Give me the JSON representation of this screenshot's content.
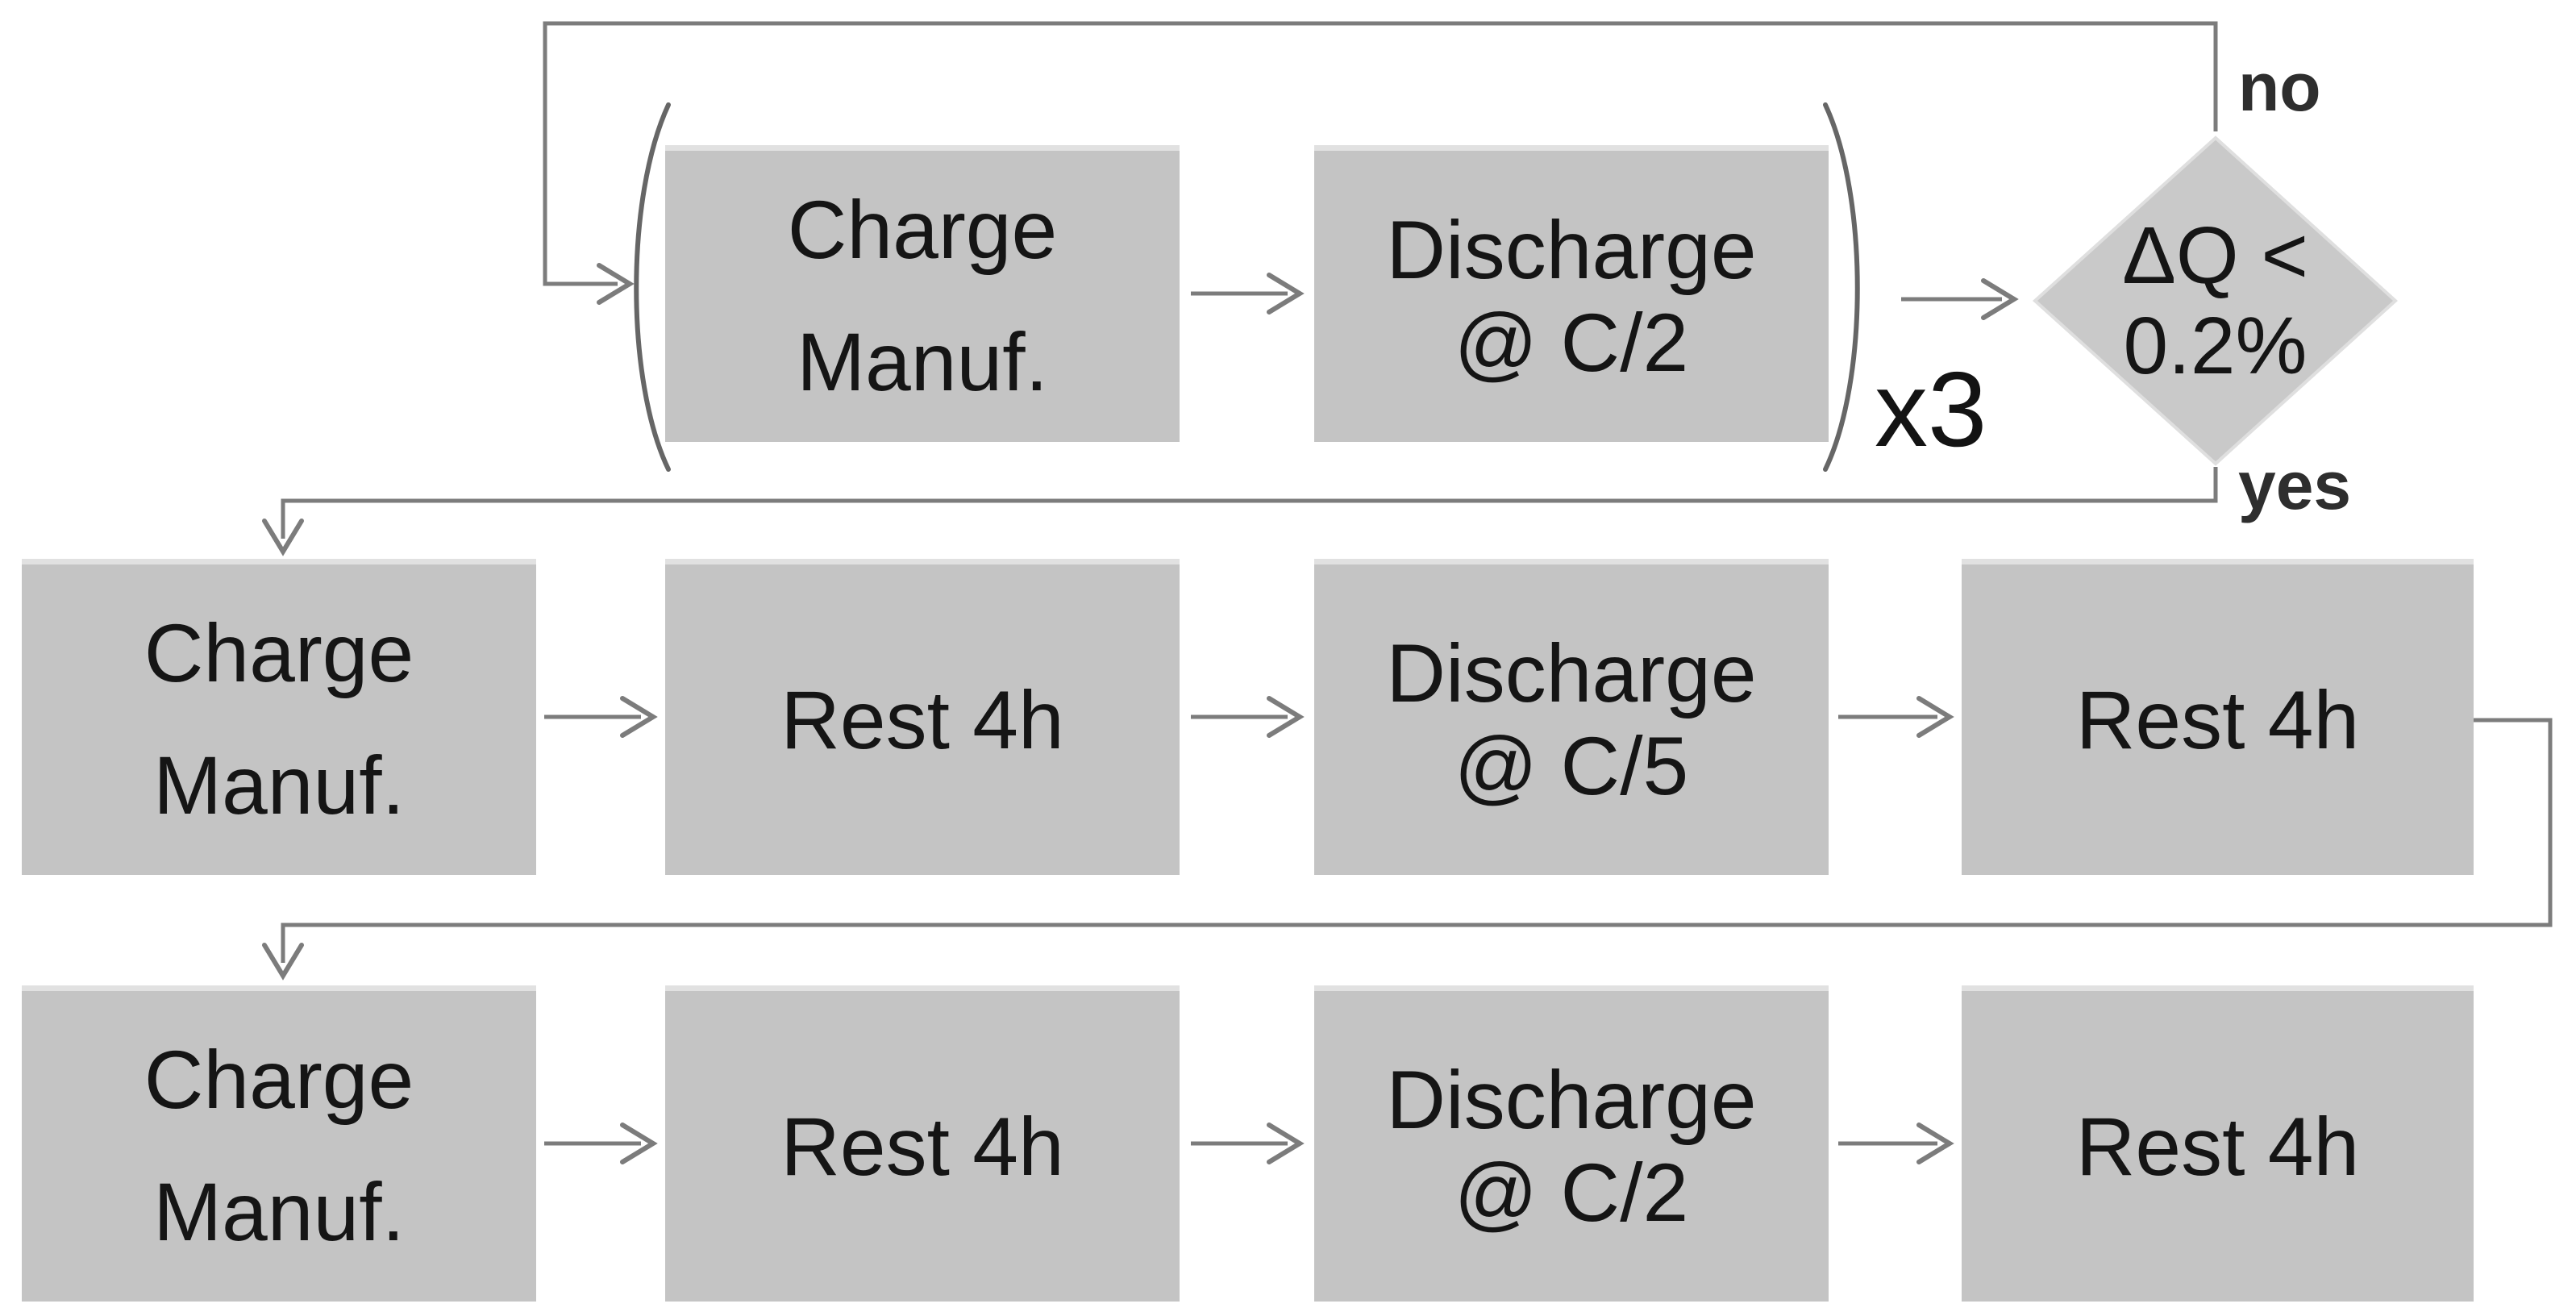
{
  "palette": {
    "background": "#ffffff",
    "node_fill": "#c4c4c4",
    "node_top_highlight": "#e1e1e1",
    "diamond_fill": "#c9c9c9",
    "connector_gray": "#7c7c7c",
    "bracket_gray": "#666666",
    "text_color": "#151515"
  },
  "nodes": {
    "r1c1": {
      "line1": "Charge",
      "line2": "Manuf."
    },
    "r1c2": {
      "line1": "Discharge",
      "line2": "@ C/2"
    },
    "r2c0": {
      "line1": "Charge",
      "line2": "Manuf."
    },
    "r2c1": {
      "label": "Rest 4h"
    },
    "r2c2": {
      "line1": "Discharge",
      "line2": "@ C/5"
    },
    "r2c3": {
      "label": "Rest 4h"
    },
    "r3c0": {
      "line1": "Charge",
      "line2": "Manuf."
    },
    "r3c1": {
      "label": "Rest 4h"
    },
    "r3c2": {
      "line1": "Discharge",
      "line2": "@ C/2"
    },
    "r3c3": {
      "label": "Rest 4h"
    }
  },
  "decision": {
    "line1": "ΔQ <",
    "line2": "0.2%"
  },
  "edge_labels": {
    "no": "no",
    "yes": "yes",
    "repeat": "x3"
  }
}
